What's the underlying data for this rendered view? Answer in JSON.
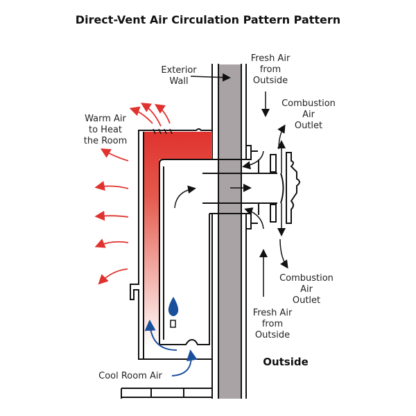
{
  "title": "Direct-Vent Air Circulation Pattern Pattern",
  "labels": {
    "exterior_wall": [
      "Exterior",
      "Wall"
    ],
    "fresh_air_top": [
      "Fresh Air",
      "from",
      "Outside"
    ],
    "combustion_top": [
      "Combustion",
      "Air",
      "Outlet"
    ],
    "warm_air": [
      "Warm Air",
      "to Heat",
      "the Room"
    ],
    "combustion_bottom": [
      "Combustion",
      "Air",
      "Outlet"
    ],
    "fresh_air_bottom": [
      "Fresh Air",
      "from",
      "Outside"
    ],
    "outside": "Outside",
    "cool_room_air": "Cool Room Air"
  },
  "colors": {
    "warm": "#e0322e",
    "cool": "#1a4f9c",
    "wall": "#a9a3a5"
  }
}
